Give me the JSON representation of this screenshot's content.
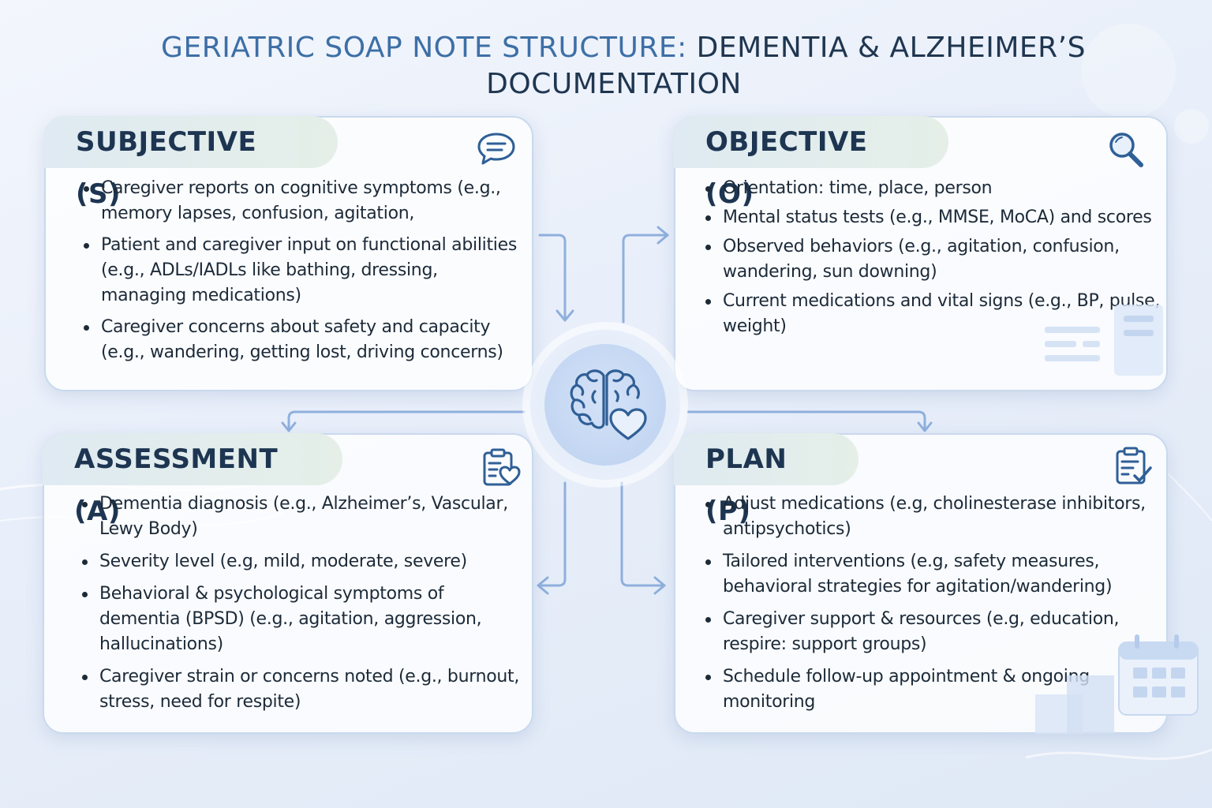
{
  "title": {
    "line1_part1": "GERIATRIC SOAP NOTE STRUCTURE:",
    "line1_part2": " DEMENTIA & ALZHEIMER’S",
    "line2": "DOCUMENTATION"
  },
  "colors": {
    "title_accent": "#3d6fa6",
    "title_dark": "#1f3650",
    "card_border": "#c9d9ee",
    "connector": "#8fb0dd",
    "icon": "#2f5f96"
  },
  "sections": {
    "subjective": {
      "heading": "SUBJECTIVE (S)",
      "icon": "speech-bubble-icon",
      "items": [
        "Caregiver reports on cognitive symptoms (e.g., memory lapses, confusion, agitation,",
        "Patient and caregiver input on functional abilities (e.g., ADLs/IADLs like bathing, dressing, managing medications)",
        "Caregiver concerns about safety and capacity (e.g., wandering, getting lost, driving concerns)"
      ]
    },
    "objective": {
      "heading": "OBJECTIVE (O)",
      "icon": "magnifier-icon",
      "items": [
        "Orientation: time, place, person",
        "Mental status tests (e.g., MMSE, MoCA) and scores",
        "Observed behaviors (e.g., agitation, confusion, wandering, sun downing)",
        "Current medications and vital signs (e.g., BP, pulse, weight)"
      ]
    },
    "assessment": {
      "heading": "ASSESSMENT (A)",
      "icon": "clipboard-heart-icon",
      "items": [
        "Dementia diagnosis (e.g., Alzheimer’s, Vascular, Lewy Body)",
        "Severity level (e.g, mild, moderate, severe)",
        "Behavioral & psychological symptoms of dementia (BPSD) (e.g., agitation, aggression, hallucinations)",
        "Caregiver strain or concerns noted (e.g., burnout, stress, need for respite)"
      ]
    },
    "plan": {
      "heading": "PLAN (P)",
      "icon": "clipboard-check-icon",
      "items": [
        "Adjust medications (e.g, cholinesterase inhibitors, antipsychotics)",
        "Tailored interventions (e.g, safety measures, behavioral strategies for agitation/wandering)",
        "Caregiver support & resources (e.g, education, respire: support groups)",
        "Schedule follow-up appointment & ongoing monitoring"
      ]
    }
  },
  "hub": {
    "icon": "brain-heart-icon"
  }
}
